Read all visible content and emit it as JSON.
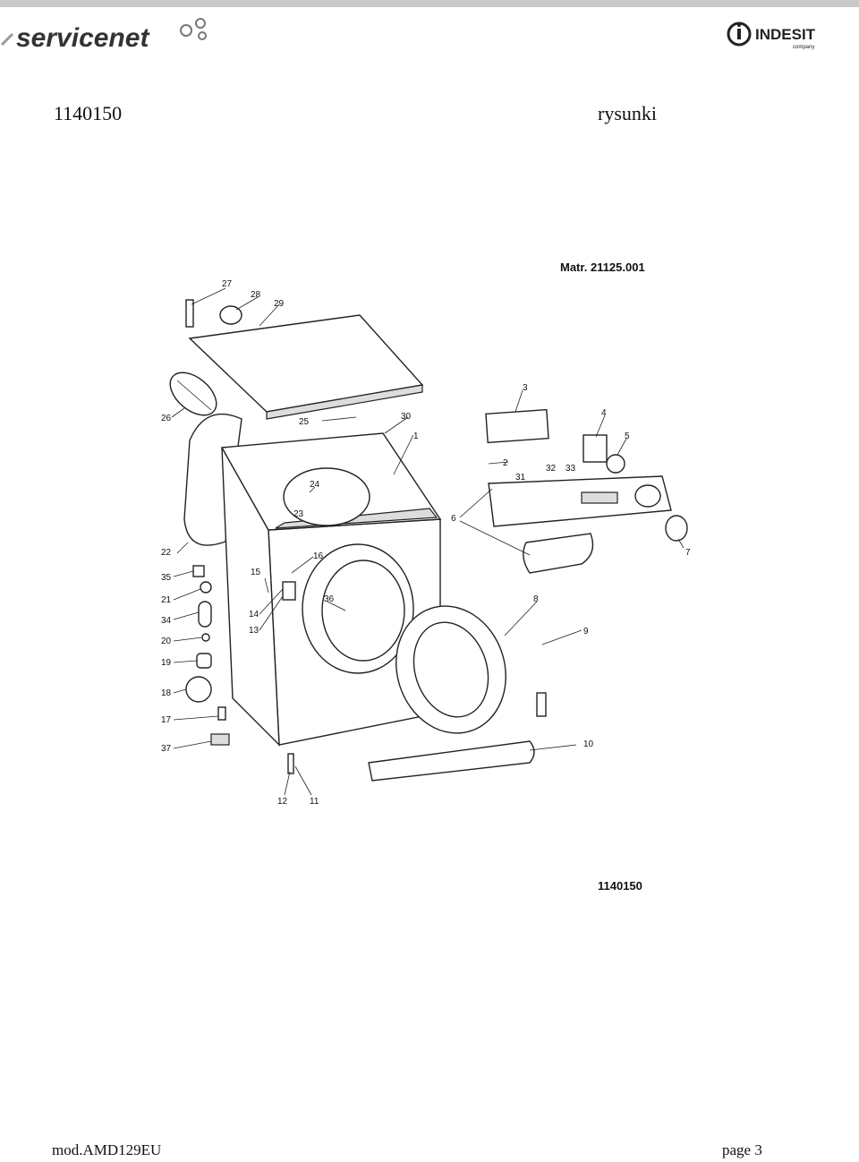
{
  "brand_left": {
    "text": "servicenet"
  },
  "brand_right": {
    "text": "INDESIT",
    "subtext": "company"
  },
  "header": {
    "code": "1140150",
    "label": "rysunki"
  },
  "diagram": {
    "matr": "Matr. 21125.001",
    "figure_code": "1140150",
    "part_labels": [
      "1",
      "2",
      "3",
      "4",
      "5",
      "6",
      "7",
      "8",
      "9",
      "10",
      "11",
      "12",
      "13",
      "14",
      "15",
      "16",
      "17",
      "18",
      "19",
      "20",
      "21",
      "22",
      "23",
      "24",
      "25",
      "26",
      "27",
      "28",
      "29",
      "30",
      "31",
      "32",
      "33",
      "34",
      "35",
      "36",
      "37"
    ]
  },
  "footer": {
    "model": "mod.AMD129EU",
    "page": "page 3"
  }
}
